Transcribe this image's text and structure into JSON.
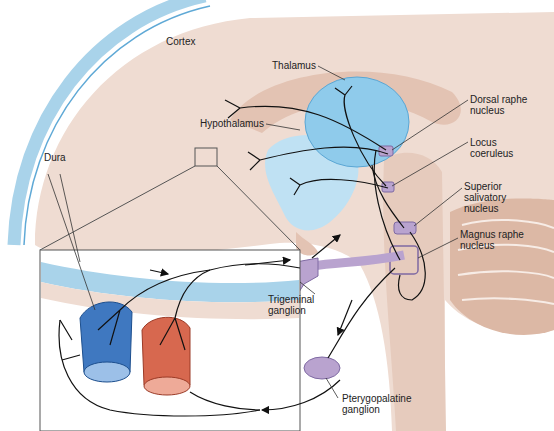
{
  "diagram": {
    "labels": [
      "Cortex",
      "Thalamus",
      "Hypothalamus",
      "Dorsal raphe nucleus",
      "Locus coeruleus",
      "Superior salivatory nucleus",
      "Magnus raphe nucleus",
      "Dura",
      "Trigeminal ganglion",
      "Pterygopalatine ganglion"
    ]
  }
}
